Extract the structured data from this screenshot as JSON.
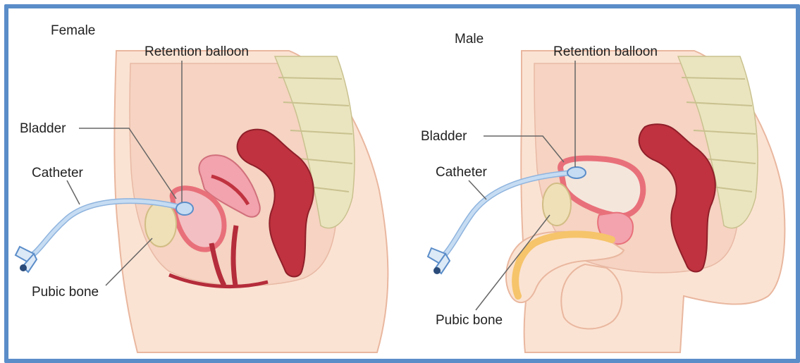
{
  "female": {
    "title": "Female",
    "labels": {
      "retention_balloon": "Retention balloon",
      "bladder": "Bladder",
      "catheter": "Catheter",
      "pubic_bone": "Pubic bone"
    }
  },
  "male": {
    "title": "Male",
    "labels": {
      "retention_balloon": "Retention balloon",
      "bladder": "Bladder",
      "catheter": "Catheter",
      "pubic_bone": "Pubic bone"
    }
  },
  "colors": {
    "frame": "#5b8dc9",
    "skin": "#fbe3d3",
    "skin_edge": "#e9b79f",
    "bladder": "#e8707a",
    "rectum": "#c0323f",
    "spine": "#eae5bf",
    "catheter": "#c6dcf2",
    "pubic_bone": "#efe0b8",
    "urethra_male": "#f6c46a"
  }
}
